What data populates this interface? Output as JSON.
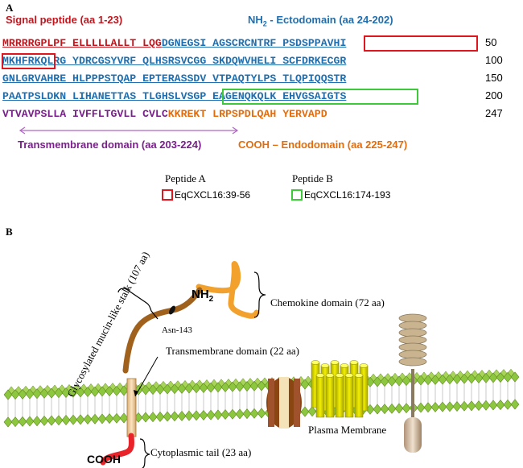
{
  "panel_a": {
    "letter": "A",
    "signal_header": "Signal peptide (aa 1-23)",
    "ecto_header_sub": "2",
    "ecto_header_rest": " - Ectodomain (aa 24-202)",
    "ecto_header_nh": "NH",
    "lines": [
      {
        "num": "50",
        "segments": [
          {
            "text": "MRRRRGPLPF ELLLLLALLT LQG",
            "color": "red"
          },
          {
            "text": "DGNEGSI AGSCRCNT",
            "color": "blue"
          },
          {
            "text": "RF PSDSPPAVHI",
            "color": "blue"
          }
        ]
      },
      {
        "num": "100",
        "segments": [
          {
            "text": "MKHFRK",
            "color": "blue"
          },
          {
            "text": "QLRG YDRCGSYVRF QLHSRSVCGG SKDQWVHELI SCFDRKECGR",
            "color": "blue"
          }
        ]
      },
      {
        "num": "150",
        "segments": [
          {
            "text": "GNLGRVAHRE HLPPPSTQAP EPTERASSDV VTPAQTYLPS TLQPIQQSTR",
            "color": "blue"
          }
        ]
      },
      {
        "num": "200",
        "segments": [
          {
            "text": "PAATPSLDKN LIHANETTAS TLG",
            "color": "blue"
          },
          {
            "text": "HSLVSGP EAGENQKQLK EHV",
            "color": "blue"
          },
          {
            "text": "GSAIGTS",
            "color": "blue"
          }
        ]
      },
      {
        "num": "247",
        "segments": [
          {
            "text": "VTVAVPSLLA IVFFLTGVLL CVLC",
            "color": "purple"
          },
          {
            "text": "KKREKT LRPSPDLQAH YERVAPD",
            "color": "orange"
          }
        ]
      }
    ],
    "tm_label": "Transmembrane domain (aa 203-224)",
    "cooh_label": "COOH – Endodomain (aa 225-247)",
    "legend": {
      "peptide_a_title": "Peptide A",
      "peptide_a_text": "EqCXCL16:39-56",
      "peptide_a_color": "#e0161e",
      "peptide_b_title": "Peptide B",
      "peptide_b_text": "EqCXCL16:174-193",
      "peptide_b_color": "#3ec93a"
    }
  },
  "panel_b": {
    "letter": "B",
    "stalk_label": "Glycosylated mucin-like stalk (107 aa)",
    "nh2_label": "NH",
    "nh2_sub": "2",
    "chemokine_label": "Chemokine domain (72 aa)",
    "asn_label": "Asn-143",
    "tm_label": "Transmembrane domain (22 aa)",
    "membrane_label": "Plasma Membrane",
    "cyto_label": "Cytoplasmic tail (23 aa)",
    "cooh_label": "COOH"
  },
  "colors": {
    "red": "#c0171f",
    "blue": "#1f6fb0",
    "purple": "#7a1f8c",
    "orange": "#e46c0a",
    "membrane_green": "#8dc63f",
    "chemokine_orange": "#f2a22c",
    "stalk_brown": "#a0611c"
  }
}
